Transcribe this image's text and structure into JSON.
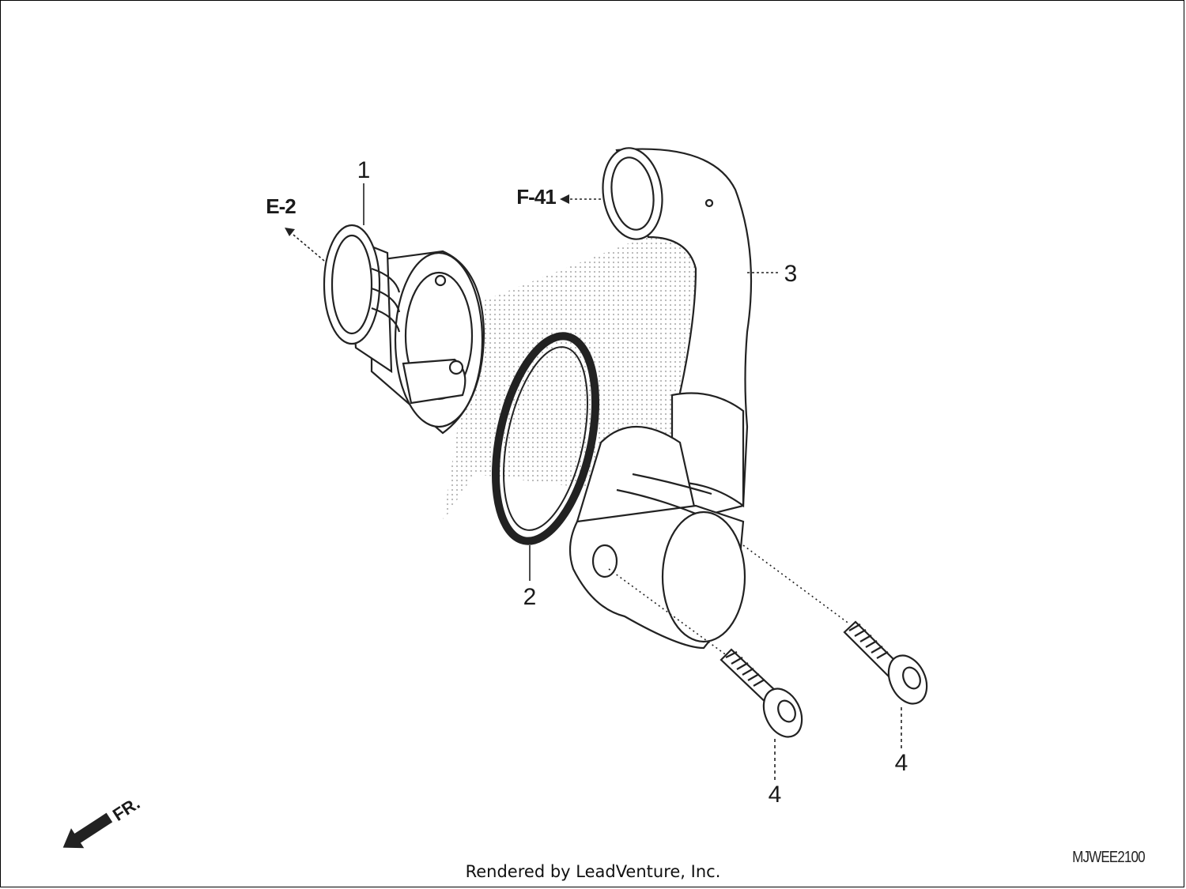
{
  "callouts": {
    "part1": "1",
    "part2": "2",
    "part3": "3",
    "part4a": "4",
    "part4b": "4"
  },
  "references": {
    "e2": "E-2",
    "f41": "F-41"
  },
  "direction_label": "FR.",
  "diagram_code": "MJWEE2100",
  "footer_text": "Rendered by LeadVenture, Inc."
}
